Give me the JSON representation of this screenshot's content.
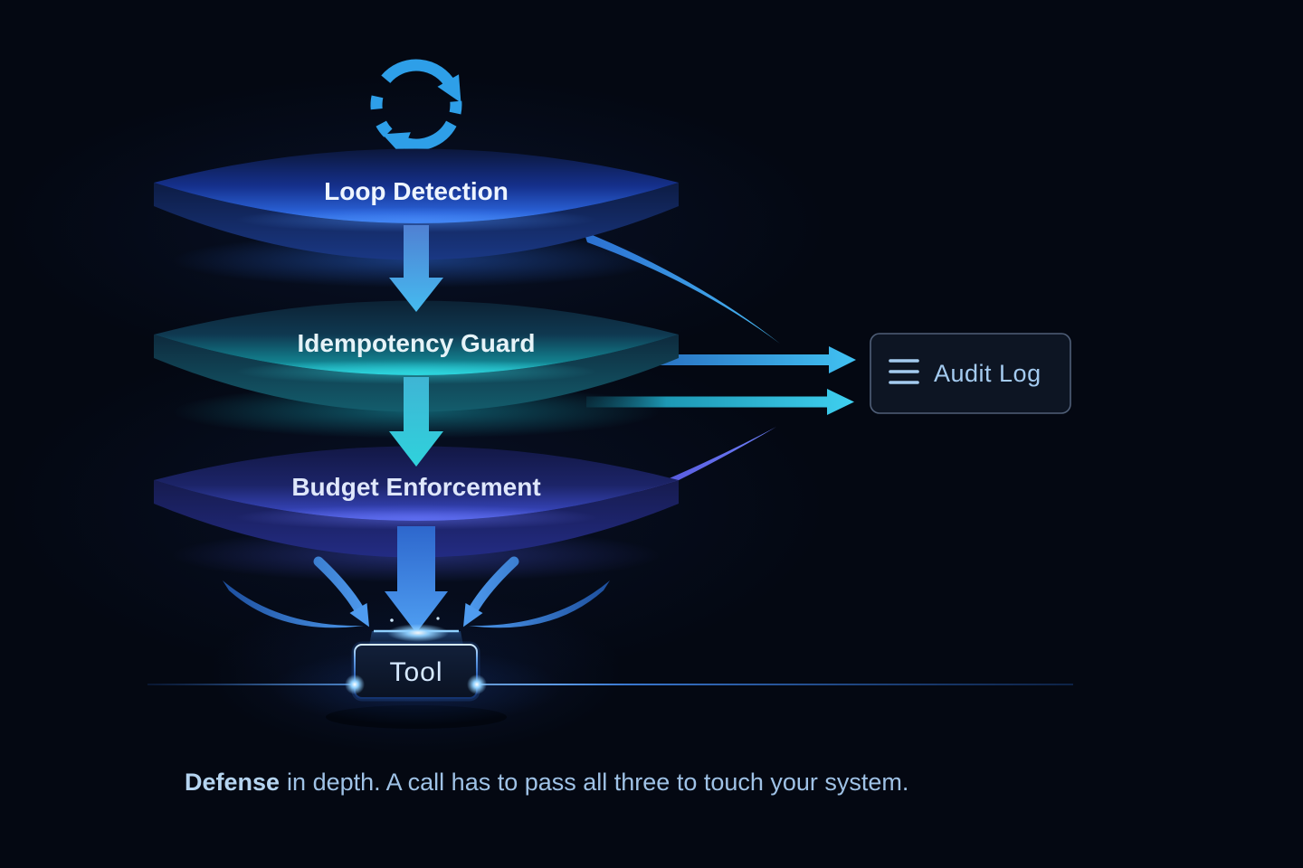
{
  "diagram": {
    "layers": [
      {
        "label": "Loop Detection",
        "accent": "#3f85f5"
      },
      {
        "label": "Idempotency Guard",
        "accent": "#2cdde4"
      },
      {
        "label": "Budget Enforcement",
        "accent": "#5a6af0"
      }
    ],
    "tool": {
      "label": "Tool"
    },
    "audit_log": {
      "label": "Audit Log",
      "icon": "list-lines-icon"
    },
    "caption": {
      "lead": "Defense",
      "rest": "in depth. A call has to pass all three to touch your system."
    },
    "colors": {
      "background": "#040812",
      "arrow_blue": "#41c2f2",
      "arrow_cyan": "#2fd2dc",
      "swoosh_purple": "#4538c8",
      "caption_text": "#9fc2e6",
      "audit_text": "#a4cbf0",
      "audit_border": "#505f78"
    }
  }
}
